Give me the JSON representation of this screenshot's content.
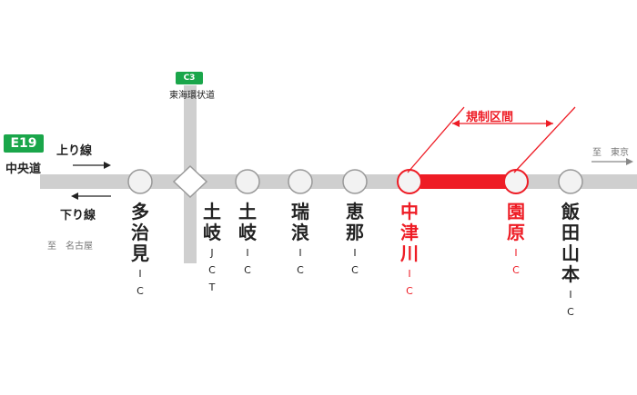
{
  "colors": {
    "road": "#cfcfcf",
    "expressway_green": "#1aa64a",
    "restriction_red": "#ee1c25",
    "text": "#222222",
    "gray_text": "#777777"
  },
  "main_road": {
    "badge": "E19",
    "name": "中央道",
    "up_direction": "上り線",
    "down_direction": "下り線",
    "toward_west": "至　名古屋",
    "toward_east": "至　東京"
  },
  "crossing_road": {
    "badge": "C3",
    "name": "東海環状道"
  },
  "restriction": {
    "label": "規制区間"
  },
  "interchanges": [
    {
      "chars": [
        "多",
        "治",
        "見"
      ],
      "suffix": [
        "I",
        "C"
      ],
      "highlighted": false
    },
    {
      "chars": [
        "土",
        "岐"
      ],
      "suffix": [
        "J",
        "C",
        "T"
      ],
      "highlighted": false
    },
    {
      "chars": [
        "土",
        "岐"
      ],
      "suffix": [
        "I",
        "C"
      ],
      "highlighted": false
    },
    {
      "chars": [
        "瑞",
        "浪"
      ],
      "suffix": [
        "I",
        "C"
      ],
      "highlighted": false
    },
    {
      "chars": [
        "恵",
        "那"
      ],
      "suffix": [
        "I",
        "C"
      ],
      "highlighted": false
    },
    {
      "chars": [
        "中",
        "津",
        "川"
      ],
      "suffix": [
        "I",
        "C"
      ],
      "highlighted": true
    },
    {
      "chars": [
        "園",
        "原"
      ],
      "suffix": [
        "I",
        "C"
      ],
      "highlighted": true
    },
    {
      "chars": [
        "飯",
        "田",
        "山",
        "本"
      ],
      "suffix": [
        "I",
        "C"
      ],
      "highlighted": false
    }
  ]
}
